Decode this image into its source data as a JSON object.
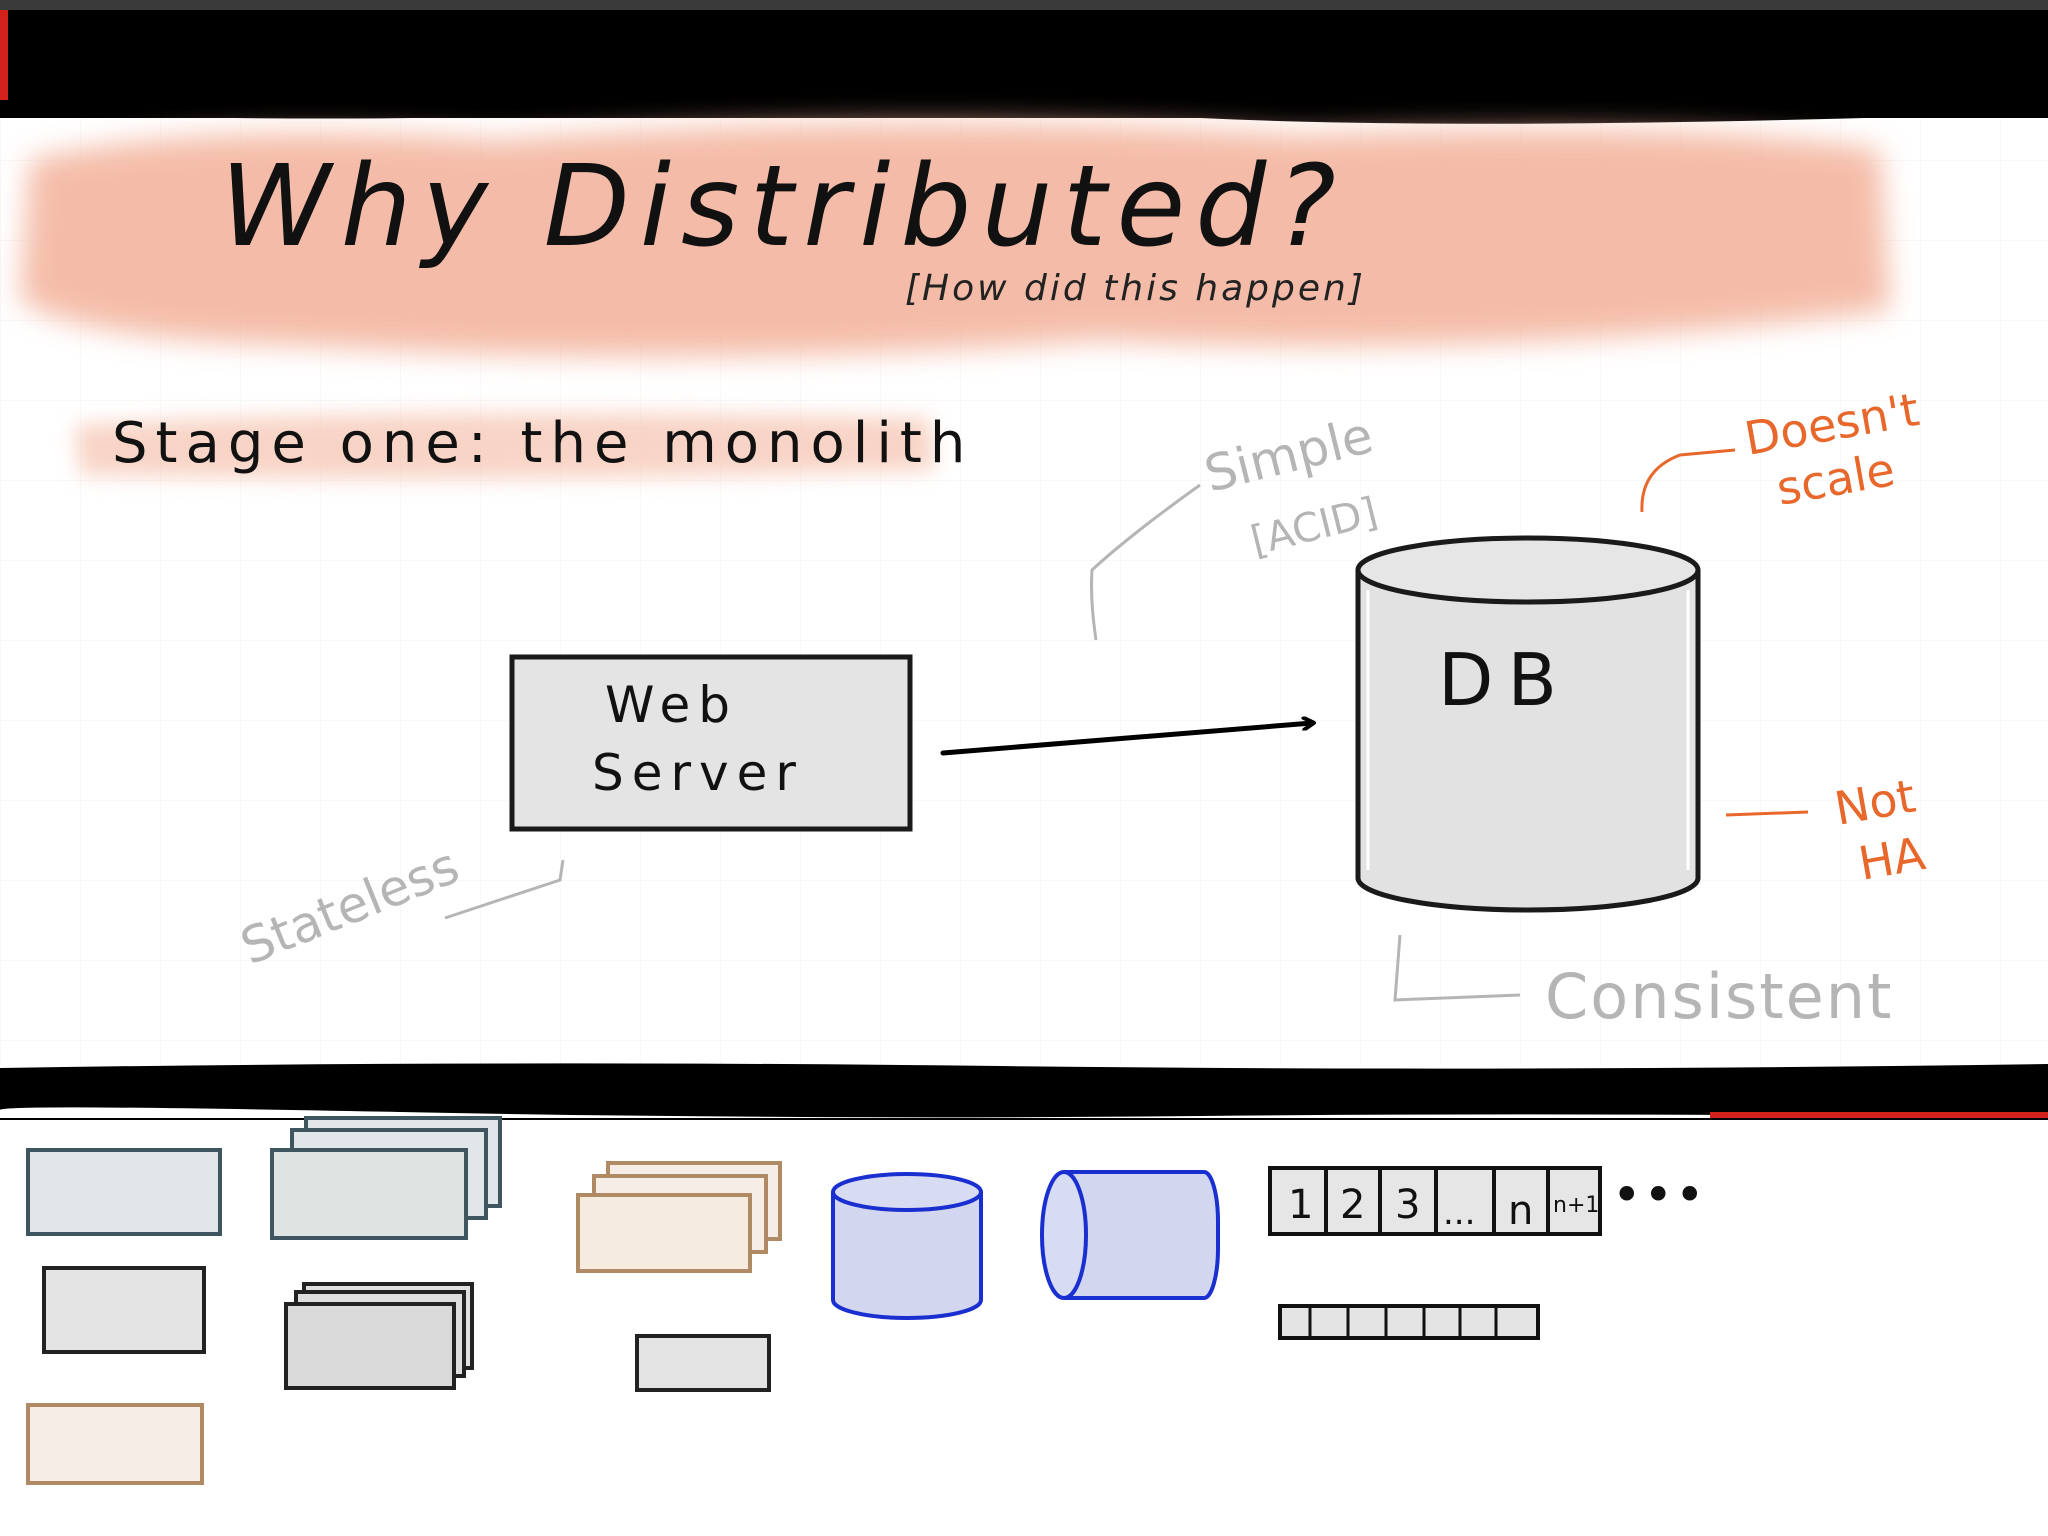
{
  "title": "Why Distributed?",
  "subtitle": "[How did this happen]",
  "stage_heading": "Stage one: the monolith",
  "web_server": {
    "line1": "Web",
    "line2": "Server"
  },
  "database": {
    "label": "DB"
  },
  "annotations": {
    "simple": "Simple",
    "acid": "[ACID]",
    "doesnt": "Doesn't",
    "scale": "scale",
    "not": "Not",
    "ha": "HA",
    "consistent": "Consistent",
    "stateless": "Stateless"
  },
  "palette": {
    "queue_cells": [
      "1",
      "2",
      "3",
      "...",
      "n",
      "n+1"
    ],
    "more": "•••"
  },
  "colors": {
    "highlight": "#f2a48a",
    "annotation_orange": "#e8682c",
    "annotation_gray": "#b5b5b5",
    "box_fill": "#e4e4e4",
    "db_fill": "#e2e2e2",
    "blue_fill": "#d2d6ef",
    "blue_stroke": "#1a2fd0",
    "tan_stroke": "#b08a62",
    "slate_stroke": "#3f5560"
  }
}
